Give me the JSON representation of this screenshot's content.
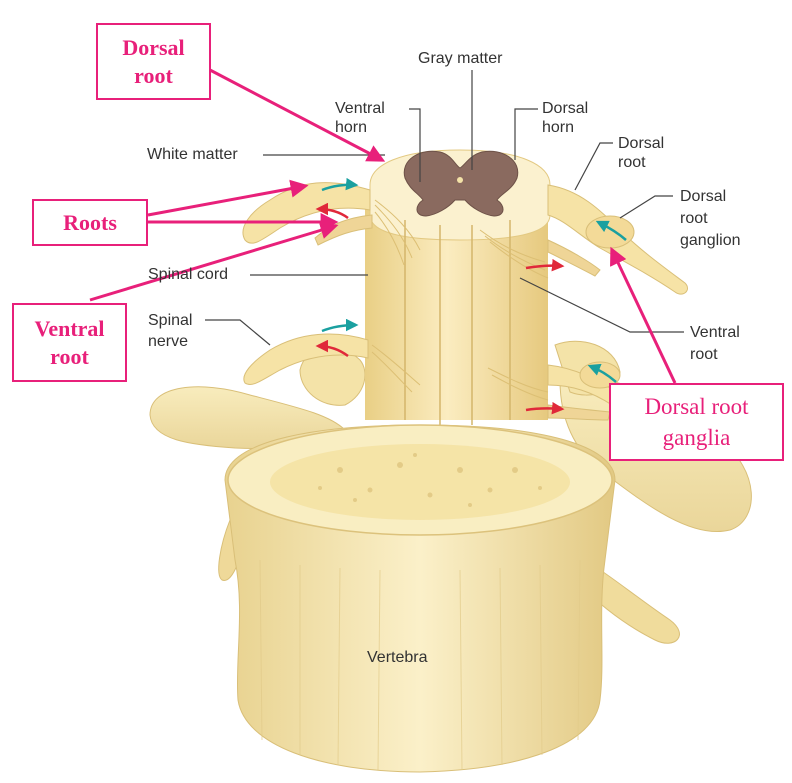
{
  "labels": {
    "gray_matter": "Gray matter",
    "ventral_horn": "Ventral\nhorn",
    "dorsal_horn": "Dorsal\nhorn",
    "white_matter": "White matter",
    "dorsal_root": "Dorsal\nroot",
    "dorsal_root_ganglion": "Dorsal\nroot\nganglion",
    "spinal_cord": "Spinal cord",
    "spinal_nerve": "Spinal\nnerve",
    "ventral_root": "Ventral\nroot",
    "vertebra": "Vertebra"
  },
  "callouts": {
    "dorsal_root": "Dorsal\nroot",
    "roots": "Roots",
    "ventral_root": "Ventral\nroot",
    "dorsal_root_ganglia": "Dorsal root\nganglia"
  },
  "colors": {
    "callout": "#e8207a",
    "bone": "#f6e6ad",
    "bone_shade": "#e3cc85",
    "cord": "#f8e4a6",
    "gray_matter": "#8a6a5f",
    "leader": "#444444",
    "afferent_arrow": "#1aa0a0",
    "efferent_arrow": "#e0283a"
  }
}
